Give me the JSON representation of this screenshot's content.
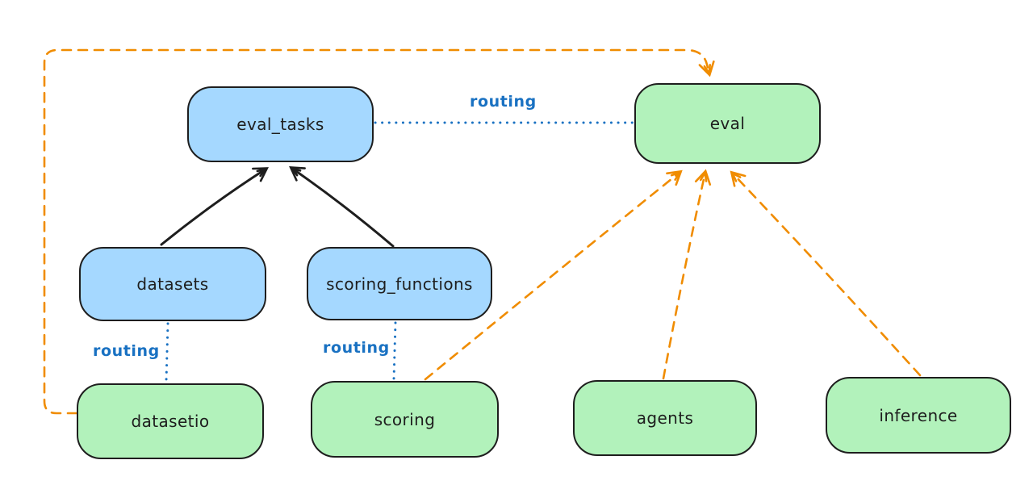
{
  "diagram": {
    "nodes": [
      {
        "id": "eval_tasks",
        "label": "eval_tasks",
        "fill": "blue"
      },
      {
        "id": "eval",
        "label": "eval",
        "fill": "green"
      },
      {
        "id": "datasets",
        "label": "datasets",
        "fill": "blue"
      },
      {
        "id": "scoring_functions",
        "label": "scoring_functions",
        "fill": "blue"
      },
      {
        "id": "datasetio",
        "label": "datasetio",
        "fill": "green"
      },
      {
        "id": "scoring",
        "label": "scoring",
        "fill": "green"
      },
      {
        "id": "agents",
        "label": "agents",
        "fill": "green"
      },
      {
        "id": "inference",
        "label": "inference",
        "fill": "green"
      }
    ],
    "edges": [
      {
        "from": "datasets",
        "to": "eval_tasks",
        "style": "solid",
        "color": "black",
        "arrow": true,
        "label": ""
      },
      {
        "from": "scoring_functions",
        "to": "eval_tasks",
        "style": "solid",
        "color": "black",
        "arrow": true,
        "label": ""
      },
      {
        "from": "eval_tasks",
        "to": "eval",
        "style": "dotted",
        "color": "blue",
        "arrow": false,
        "label": "routing"
      },
      {
        "from": "datasets",
        "to": "datasetio",
        "style": "dotted",
        "color": "blue",
        "arrow": false,
        "label": "routing"
      },
      {
        "from": "scoring_functions",
        "to": "scoring",
        "style": "dotted",
        "color": "blue",
        "arrow": false,
        "label": "routing"
      },
      {
        "from": "datasetio",
        "to": "eval",
        "style": "dashed",
        "color": "orange",
        "arrow": true,
        "label": ""
      },
      {
        "from": "scoring",
        "to": "eval",
        "style": "dashed",
        "color": "orange",
        "arrow": true,
        "label": ""
      },
      {
        "from": "agents",
        "to": "eval",
        "style": "dashed",
        "color": "orange",
        "arrow": true,
        "label": ""
      },
      {
        "from": "inference",
        "to": "eval",
        "style": "dashed",
        "color": "orange",
        "arrow": true,
        "label": ""
      }
    ],
    "edge_labels": [
      {
        "id": "routing-eval-tasks-eval",
        "text": "routing"
      },
      {
        "id": "routing-datasets-datasetio",
        "text": "routing"
      },
      {
        "id": "routing-scoring-fns-scoring",
        "text": "routing"
      }
    ]
  },
  "colors": {
    "background": "#ffffff",
    "node_stroke": "#1e1e1e",
    "blue_fill": "#a5d8ff",
    "green_fill": "#b2f2bb",
    "routing_text": "#1971c2",
    "dotted_line": "#1971c2",
    "dashed_arrow": "#f08c00",
    "solid_arrow": "#1e1e1e"
  }
}
